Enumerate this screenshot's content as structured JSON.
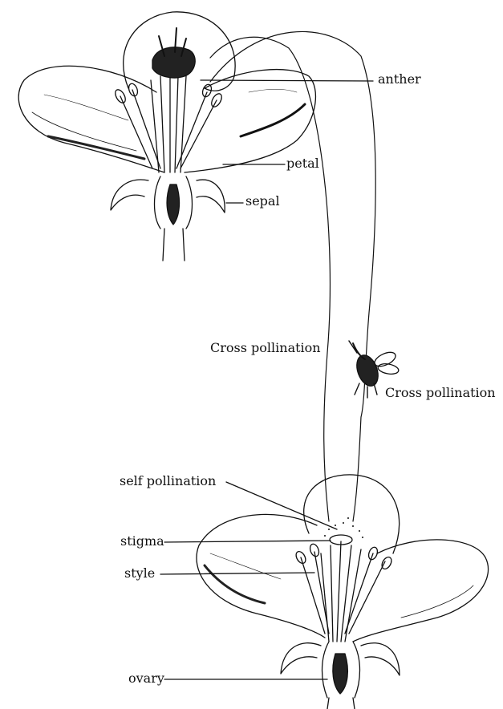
{
  "labels": {
    "anther": "anther",
    "petal": "petal",
    "sepal": "sepal",
    "cross_pollination_left": "Cross pollination",
    "cross_pollination_right": "Cross pollination",
    "self_pollination": "self pollination",
    "stigma": "stigma",
    "style": "style",
    "ovary": "ovary"
  },
  "colors": {
    "ink": "#111111",
    "background": "#ffffff"
  },
  "icons": [
    "bee-icon"
  ]
}
